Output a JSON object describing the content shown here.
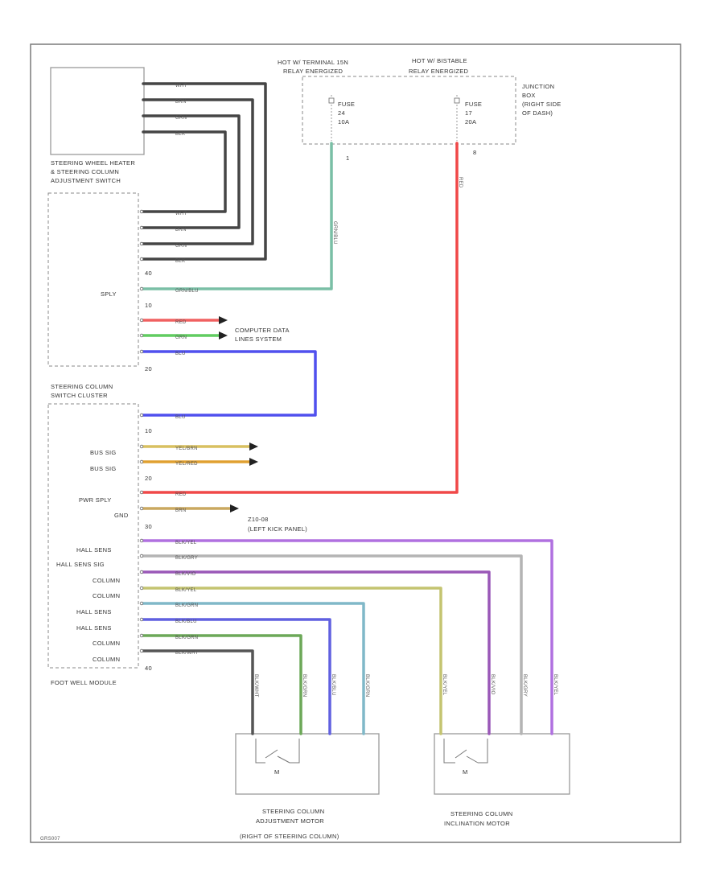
{
  "page": {
    "ref_code": "GRS007"
  },
  "modules": {
    "sw_heater_switch": {
      "line1": "STEERING WHEEL HEATER",
      "line2": "& STEERING COLUMN",
      "line3": "ADJUSTMENT SWITCH"
    },
    "switch_cluster": {
      "line1": "STEERING COLUMN",
      "line2": "SWITCH CLUSTER"
    },
    "footwell_module": {
      "line1": "FOOT WELL MODULE"
    },
    "adjust_motor": {
      "line1": "STEERING COLUMN",
      "line2": "ADJUSTMENT MOTOR",
      "line3": "(RIGHT OF STEERING COLUMN)"
    },
    "inclination_motor": {
      "line1": "STEERING COLUMN",
      "line2": "INCLINATION MOTOR"
    },
    "junction_box": {
      "line1": "JUNCTION",
      "line2": "BOX",
      "line3": "(RIGHT SIDE",
      "line4": "OF DASH)"
    }
  },
  "power": {
    "left": {
      "line1": "HOT W/ TERMINAL 15N",
      "line2": "RELAY ENERGIZED"
    },
    "right": {
      "line1": "HOT W/ BISTABLE",
      "line2": "RELAY ENERGIZED"
    }
  },
  "fuses": [
    {
      "line1": "FUSE",
      "line2": "24",
      "line3": "10A",
      "pin": "1"
    },
    {
      "line1": "FUSE",
      "line2": "17",
      "line3": "20A",
      "pin": "8"
    }
  ],
  "signals": {
    "gnd_dest": "Z10-08",
    "gnd_dest2": "(LEFT KICK PANEL)",
    "data_lines": "COMPUTER DATA",
    "data_lines2": "LINES SYSTEM",
    "m_symbol": "M"
  },
  "pin_numbers": [
    "40",
    "10",
    "20",
    "10",
    "20",
    "30",
    "40"
  ],
  "pin_labels": [
    "SPLY",
    "BUS SIG",
    "BUS SIG",
    "PWR SPLY",
    "GND",
    "HALL SENS",
    "HALL SENS SIG",
    "COLUMN",
    "COLUMN",
    "HALL SENS",
    "HALL SENS",
    "COLUMN",
    "COLUMN"
  ],
  "wire_colors": {
    "switch_top": [
      "WHT",
      "BRN",
      "GRN",
      "BLK"
    ],
    "switch_bottom": [
      "WHT",
      "BRN",
      "GRN",
      "BLK"
    ],
    "grn_blu": "GRN/BLU",
    "red": "RED",
    "grn": "GRN",
    "blu": "BLU",
    "yel_brn": "YEL/BRN",
    "yel_red": "YEL/RED",
    "brn": "BRN",
    "motor": [
      "BLK/YEL",
      "BLK/GRY",
      "BLK/VIO",
      "BLK/YEL",
      "BLK/GRN",
      "BLK/BLU",
      "BLK/GRN",
      "BLK/WHT"
    ]
  },
  "colors": {
    "black": "#404040",
    "red": "#f04848",
    "green": "#5ccc5c",
    "blue": "#5050ee",
    "teal": "#70b4a4",
    "yellow": "#d8c060",
    "orange": "#e0a030",
    "tan": "#caa860",
    "violet": "#b070e0",
    "gray": "#b4b4b4",
    "purple": "#9a58b8",
    "olive": "#c4c470",
    "cyan": "#80b8c8",
    "royal": "#6060e0",
    "lime": "#6ca858"
  }
}
